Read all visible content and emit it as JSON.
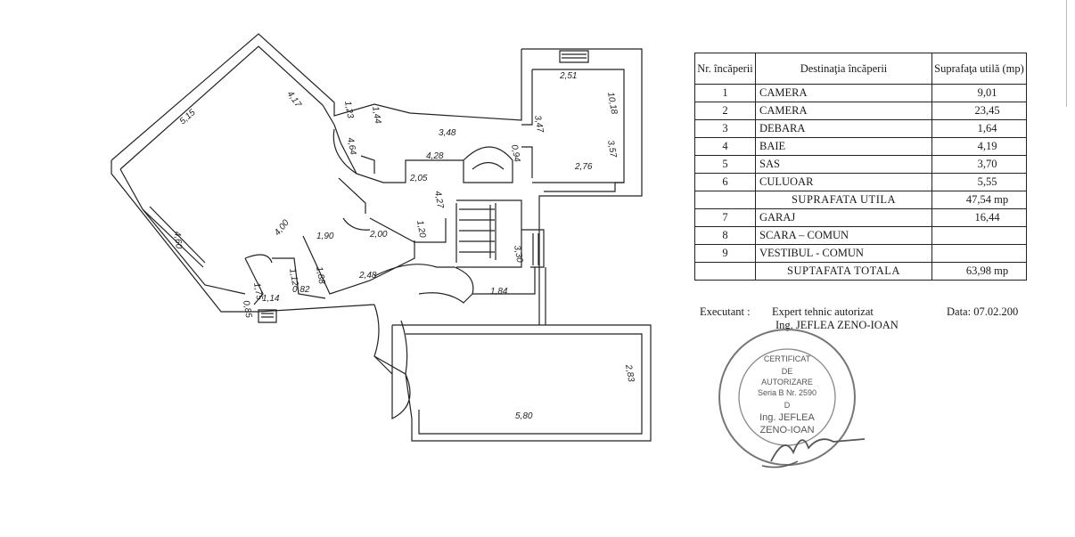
{
  "plan": {
    "dimensions": [
      "5,15",
      "4,17",
      "4,60",
      "4,00",
      "1,23",
      "1,44",
      "4,64",
      "3,48",
      "4,28",
      "2,05",
      "4,27",
      "1,90",
      "2,00",
      "1,20",
      "1,88",
      "1,12",
      "2,48",
      "1,75",
      "0,85",
      "1,14",
      "0,82",
      "2,51",
      "10,18",
      "3,47",
      "3,57",
      "0,94",
      "2,76",
      "3,30",
      "1,84",
      "2,83",
      "5,80"
    ]
  },
  "table": {
    "headers": {
      "nr": "Nr. încăperii",
      "destinatia": "Destinaţia încăperii",
      "suprafata": "Suprafaţa utilă (mp)"
    },
    "rows": [
      {
        "nr": "1",
        "name": "CAMERA",
        "area": "9,01"
      },
      {
        "nr": "2",
        "name": "CAMERA",
        "area": "23,45"
      },
      {
        "nr": "3",
        "name": "DEBARA",
        "area": "1,64"
      },
      {
        "nr": "4",
        "name": "BAIE",
        "area": "4,19"
      },
      {
        "nr": "5",
        "name": "SAS",
        "area": "3,70"
      },
      {
        "nr": "6",
        "name": "CULUOAR",
        "area": "5,55"
      }
    ],
    "subtotal": {
      "label": "SUPRAFATA UTILA",
      "value": "47,54 mp"
    },
    "rows2": [
      {
        "nr": "7",
        "name": "GARAJ",
        "area": "16,44"
      },
      {
        "nr": "8",
        "name": "SCARA – COMUN",
        "area": ""
      },
      {
        "nr": "9",
        "name": "VESTIBUL - COMUN",
        "area": ""
      }
    ],
    "total": {
      "label": "SUPTAFATA TOTALA",
      "value": "63,98 mp"
    }
  },
  "executant": {
    "label": "Executant :",
    "title": "Expert tehnic autorizat",
    "name": "Ing. JEFLEA ZENO-IOAN"
  },
  "date": "Data:  07.02.200",
  "stamp": {
    "lines": [
      "CERTIFICAT",
      "DE",
      "AUTORIZARE",
      "Seria B Nr. 2590",
      "D",
      "Ing. JEFLEA",
      "ZENO-IOAN"
    ]
  }
}
